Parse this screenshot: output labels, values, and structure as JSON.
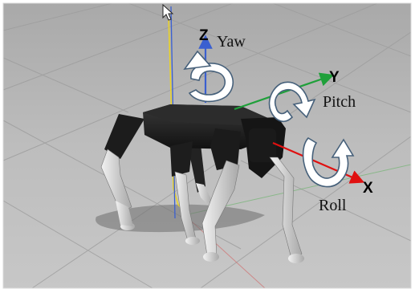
{
  "axes": {
    "z_label": "Z",
    "y_label": "Y",
    "x_label": "X",
    "z_color": "#3a5fd0",
    "y_color": "#1fa03a",
    "x_color": "#e01010"
  },
  "rotations": {
    "yaw_label": "Yaw",
    "pitch_label": "Pitch",
    "roll_label": "Roll"
  },
  "colors": {
    "ground": "#b9b9b9",
    "grid_line": "#9d9d9d",
    "robot_body": "#1b1b1b",
    "robot_leg_lower": "#dcdcdc",
    "arrow_fill": "#ffffff",
    "arrow_stroke": "#46607a",
    "trace_yellow": "#e9d22b"
  },
  "icons": [
    "mouse-cursor-icon"
  ]
}
